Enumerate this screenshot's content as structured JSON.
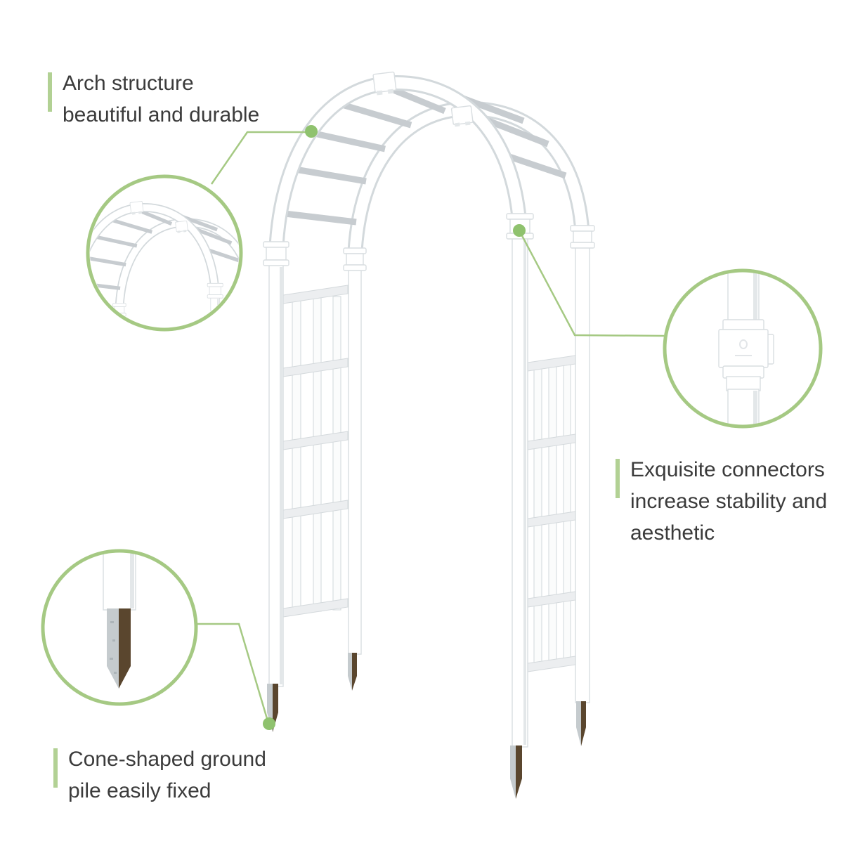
{
  "callouts": {
    "arch": {
      "text": "Arch structure\nbeautiful and durable"
    },
    "connectors": {
      "text": "Exquisite connectors\nincrease stability and\naesthetic"
    },
    "ground": {
      "text": "Cone-shaped ground\npile easily fixed"
    }
  },
  "colors": {
    "accent_line": "#a5c983",
    "accent_dot": "#8fc26e",
    "accent_bar": "#b2d194",
    "text": "#3b3b3b",
    "outline": "#d9dee1",
    "rung": "#c7ccd0",
    "rail": "#eceef0",
    "stake_metal": "#c5cbce",
    "stake_brown": "#5a462e"
  },
  "icons": {
    "detail_circle_arch": "zoom-detail of arch top",
    "detail_circle_connector": "zoom-detail of post connector",
    "detail_circle_ground_pile": "zoom-detail of metal ground stake"
  }
}
